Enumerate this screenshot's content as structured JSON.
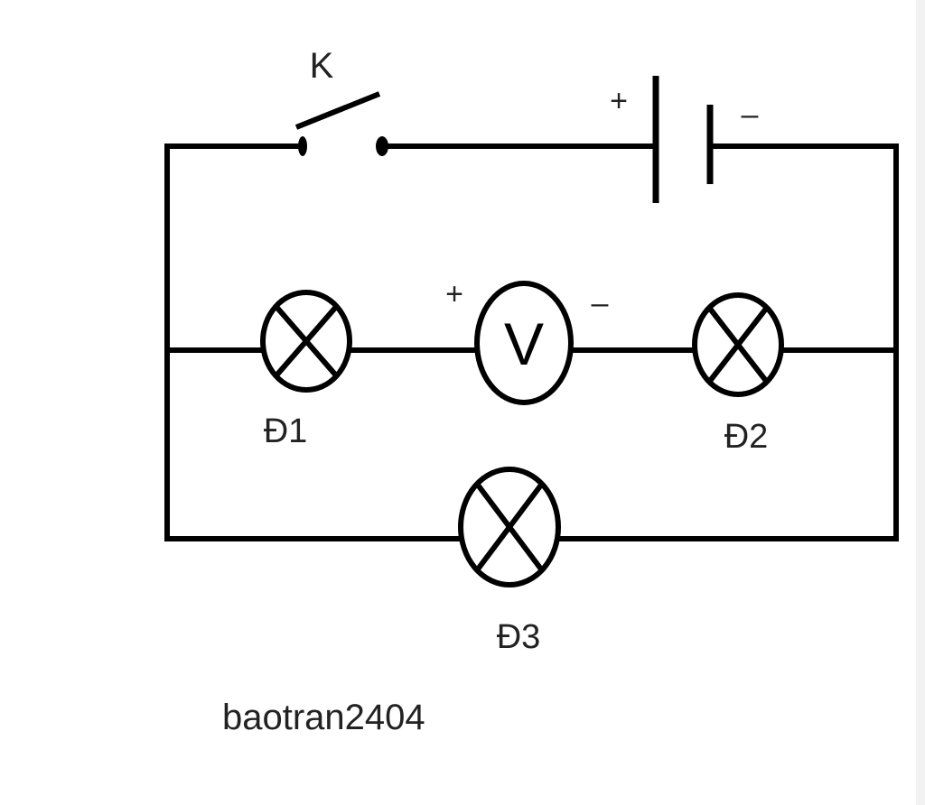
{
  "switch": {
    "label": "K"
  },
  "battery": {
    "plus": "+",
    "minus": "–"
  },
  "voltmeter": {
    "symbol": "V",
    "plus": "+",
    "minus": "–"
  },
  "lamps": [
    {
      "label": "Đ1"
    },
    {
      "label": "Đ2"
    },
    {
      "label": "Đ3"
    }
  ],
  "watermark": "baotran2404"
}
